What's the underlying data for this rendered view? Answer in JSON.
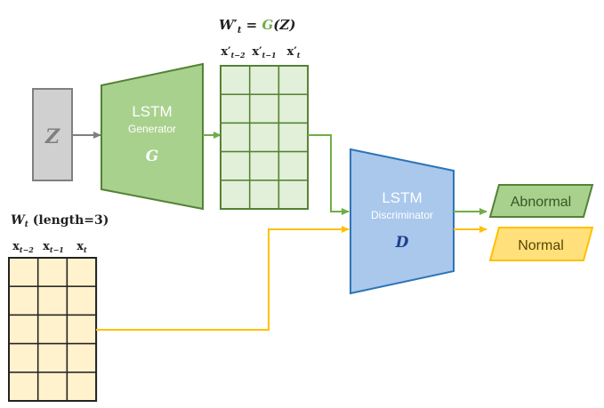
{
  "noise": {
    "label": "Z"
  },
  "generator": {
    "title": "LSTM",
    "subtitle": "Generator",
    "symbol": "G"
  },
  "discriminator": {
    "title": "LSTM",
    "subtitle": "Discriminator",
    "symbol": "D"
  },
  "generated_window": {
    "label": {
      "w": "W",
      "prime": "′",
      "sub": "t",
      "eq": " = ",
      "g": "G",
      "arg": "(Z)"
    },
    "columns": [
      {
        "base": "x",
        "prime": "′",
        "sub": "t−2"
      },
      {
        "base": "x",
        "prime": "′",
        "sub": "t−1"
      },
      {
        "base": "x",
        "prime": "′",
        "sub": "t"
      }
    ]
  },
  "real_window": {
    "label": {
      "w": "W",
      "sub": "t",
      "note": " (length=3)"
    },
    "columns": [
      {
        "base": "x",
        "sub": "t−2"
      },
      {
        "base": "x",
        "sub": "t−1"
      },
      {
        "base": "x",
        "sub": "t"
      }
    ]
  },
  "outputs": {
    "abnormal": "Abnormal",
    "normal": "Normal"
  },
  "colors": {
    "green_fill": "#a9d18e",
    "green_stroke": "#548235",
    "grid_green_fill": "#e2f0d9",
    "blue_fill": "#a9c8ec",
    "blue_stroke": "#2e75b6",
    "yellow_fill": "#ffe07a",
    "yellow_stroke": "#ffc000",
    "grid_yellow_fill": "#fff2cc",
    "gray_fill": "#d0d0d0",
    "gray_stroke": "#7f7f7f",
    "arrow_gray": "#7f7f7f"
  }
}
